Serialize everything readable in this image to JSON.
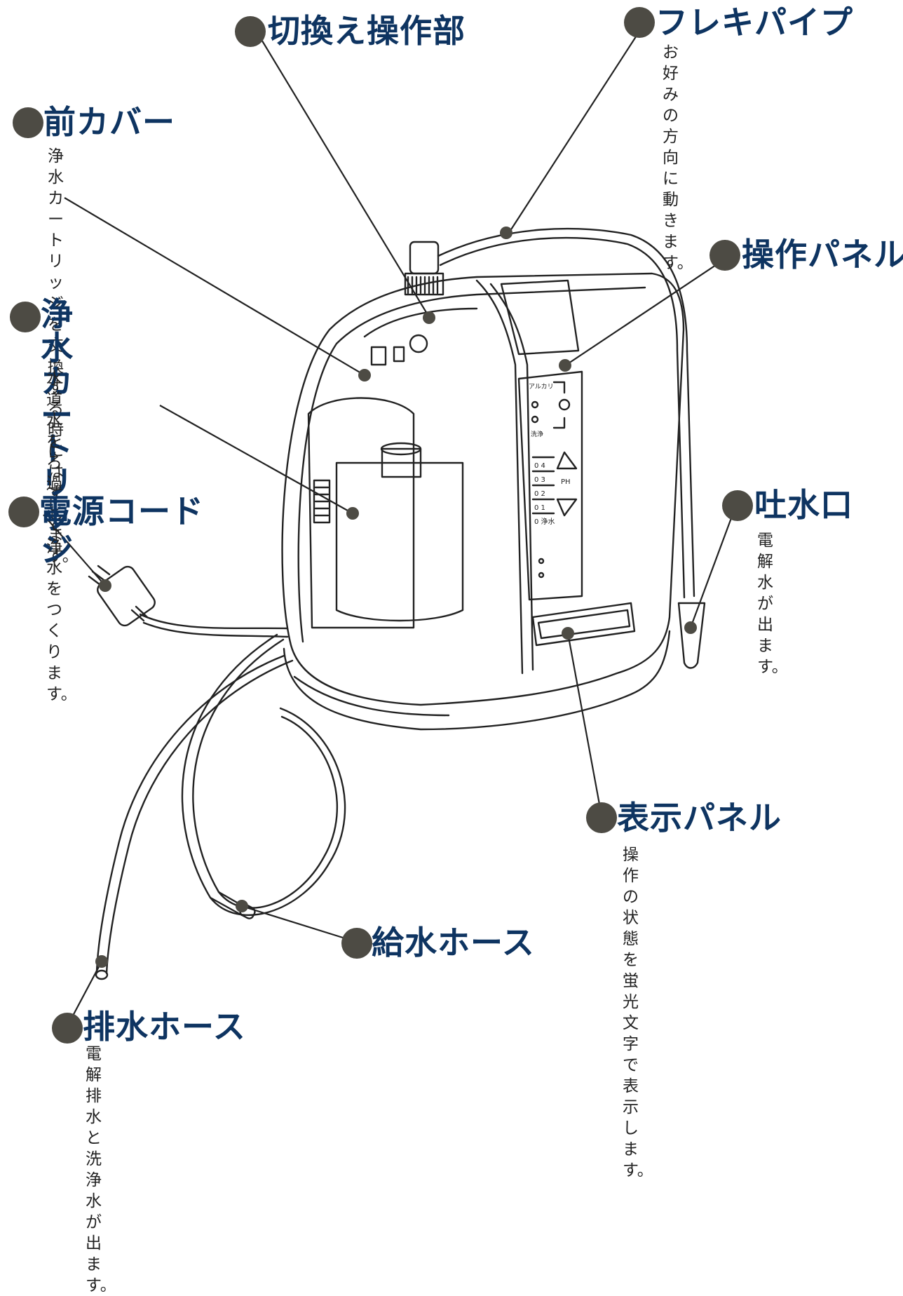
{
  "labels": {
    "switch_op": {
      "title": "切換え操作部"
    },
    "flex_pipe": {
      "title": "フレキパイプ",
      "desc": "お好みの方向に動きます。"
    },
    "front_cover": {
      "title": "前カバー",
      "desc": "浄水カートリッジを交換す\nる時にはずします。"
    },
    "op_panel": {
      "title": "操作パネル"
    },
    "cartridge": {
      "title": "浄水\nカートリッジ",
      "desc": "水道水をろ過して浄水を\nつくります。"
    },
    "power_cord": {
      "title": "電源コード"
    },
    "outlet": {
      "title": "吐水口",
      "desc": "電解水が出ます。"
    },
    "display": {
      "title": "表示パネル",
      "desc": "操作の状態を蛍光文字で表示\nします。"
    },
    "supply_hose": {
      "title": "給水ホース"
    },
    "drain_hose": {
      "title": "排水ホース",
      "desc": "電解排水と洗浄水が出ます。"
    }
  },
  "panel": {
    "ph_values": [
      "0 4",
      "0 3",
      "0 2",
      "0 1",
      "0 浄水"
    ],
    "ph_label": "PH",
    "top_label": "アルカリ",
    "mode_label": "洗浄"
  },
  "colors": {
    "title": "#0e3461",
    "dot": "#4d4b44",
    "line": "#222222"
  }
}
